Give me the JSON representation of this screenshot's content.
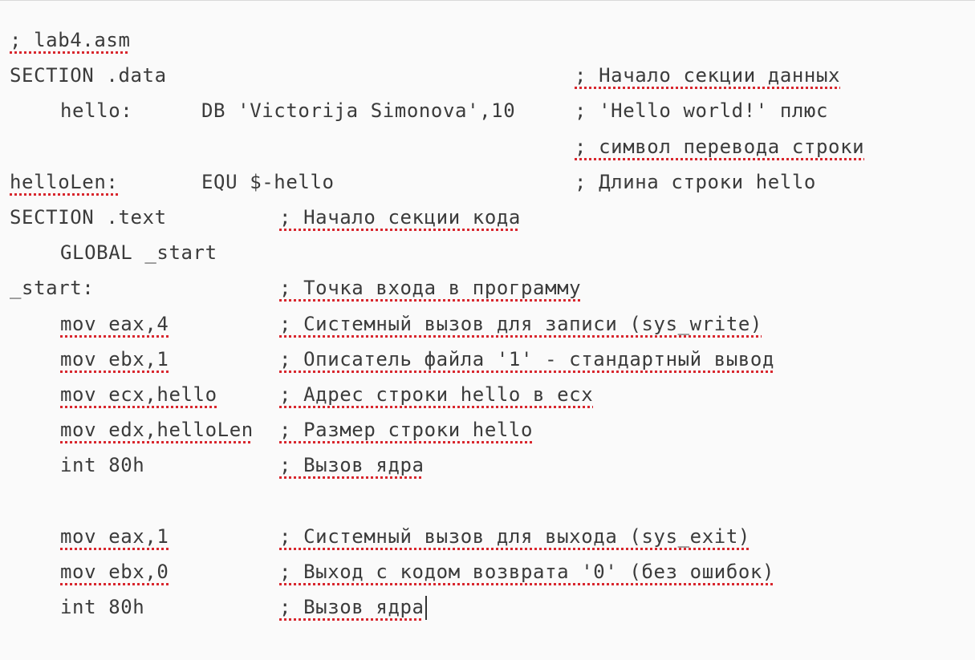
{
  "editor": {
    "lines": [
      {
        "segments": [
          {
            "text": "; lab4.asm"
          }
        ]
      },
      {
        "segments": [
          {
            "text": "SECTION .data"
          },
          {
            "text": "; Начало секции данных"
          }
        ]
      },
      {
        "segments": [
          {
            "text": "hello:"
          },
          {
            "text": "DB 'Victorija Simonova',10"
          },
          {
            "text": "; 'Hello world!' плюс"
          }
        ]
      },
      {
        "segments": [
          {
            "text": "; символ перевода строки"
          }
        ]
      },
      {
        "segments": [
          {
            "text": "helloLen:"
          },
          {
            "text": "EQU $-hello"
          },
          {
            "text": "; Длина строки hello"
          }
        ]
      },
      {
        "segments": [
          {
            "text": "SECTION .text"
          },
          {
            "text": "; Начало секции кода"
          }
        ]
      },
      {
        "segments": [
          {
            "text": "GLOBAL _start"
          }
        ]
      },
      {
        "segments": [
          {
            "text": "_start:"
          },
          {
            "text": "; Точка входа в программу"
          }
        ]
      },
      {
        "segments": [
          {
            "text": "mov eax,4"
          },
          {
            "text": "; Системный вызов для записи (sys_write)"
          }
        ]
      },
      {
        "segments": [
          {
            "text": "mov ebx,1"
          },
          {
            "text": "; Описатель файла '1' - стандартный вывод"
          }
        ]
      },
      {
        "segments": [
          {
            "text": "mov ecx,hello"
          },
          {
            "text": "; Адрес строки hello в ecx"
          }
        ]
      },
      {
        "segments": [
          {
            "text": "mov edx,helloLen"
          },
          {
            "text": "; Размер строки hello"
          }
        ]
      },
      {
        "segments": [
          {
            "text": "int 80h"
          },
          {
            "text": "; Вызов ядра"
          }
        ]
      },
      {
        "segments": []
      },
      {
        "segments": [
          {
            "text": "mov eax,1"
          },
          {
            "text": "; Системный вызов для выхода (sys_exit)"
          }
        ]
      },
      {
        "segments": [
          {
            "text": "mov ebx,0"
          },
          {
            "text": "; Выход с кодом возврата '0' (без ошибок)"
          }
        ]
      },
      {
        "segments": [
          {
            "text": "int 80h"
          },
          {
            "text": "; Вызов ядра"
          }
        ]
      }
    ]
  }
}
